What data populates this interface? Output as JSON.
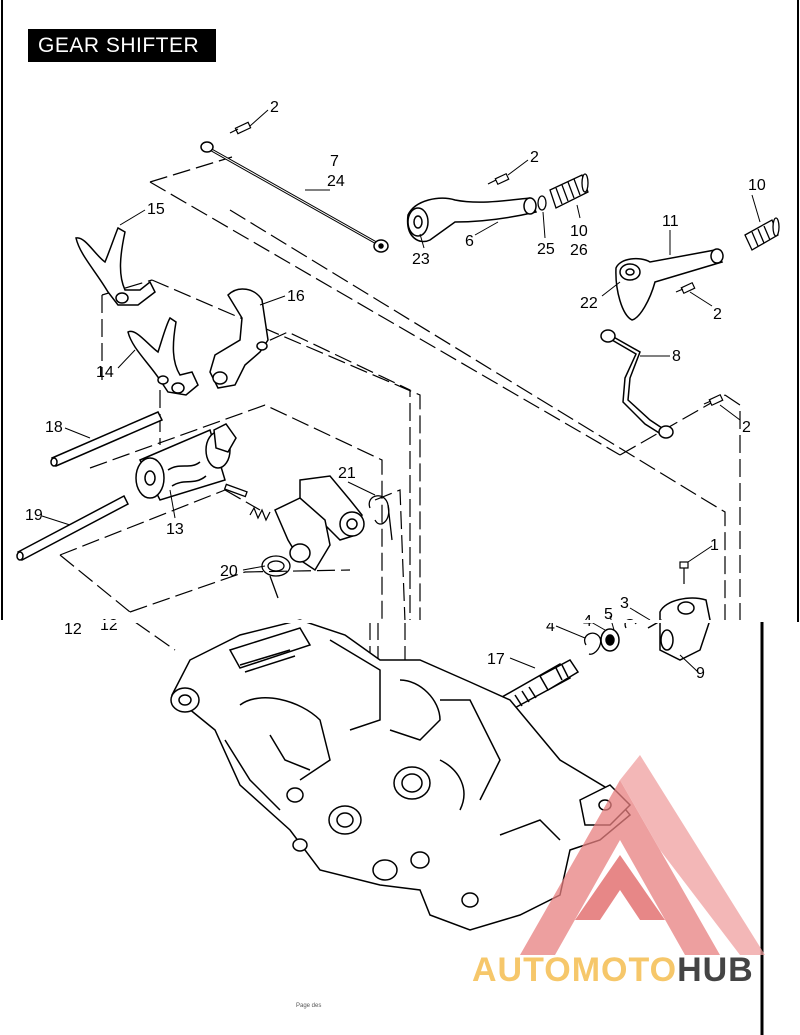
{
  "title": "GEAR SHIFTER",
  "callouts": {
    "c2a": "2",
    "c7": "7",
    "c24": "24",
    "c2b": "2",
    "c10a": "10",
    "c15": "15",
    "c16": "16",
    "c11": "11",
    "c23": "23",
    "c6": "6",
    "c25": "25",
    "c10b": "10",
    "c26": "26",
    "c22": "22",
    "c2c": "2",
    "c14": "14",
    "c8": "8",
    "c18": "18",
    "c2d": "2",
    "c21": "21",
    "c19": "19",
    "c13": "13",
    "c1": "1",
    "c20": "20",
    "c3": "3",
    "c12": "12",
    "c12b": "12",
    "c4a": "4",
    "c4b": "4",
    "c5": "5",
    "c17": "17",
    "c9": "9"
  },
  "watermark": {
    "part1": "AUTOMOTO",
    "part2": "HUB"
  },
  "footer": "Page des"
}
